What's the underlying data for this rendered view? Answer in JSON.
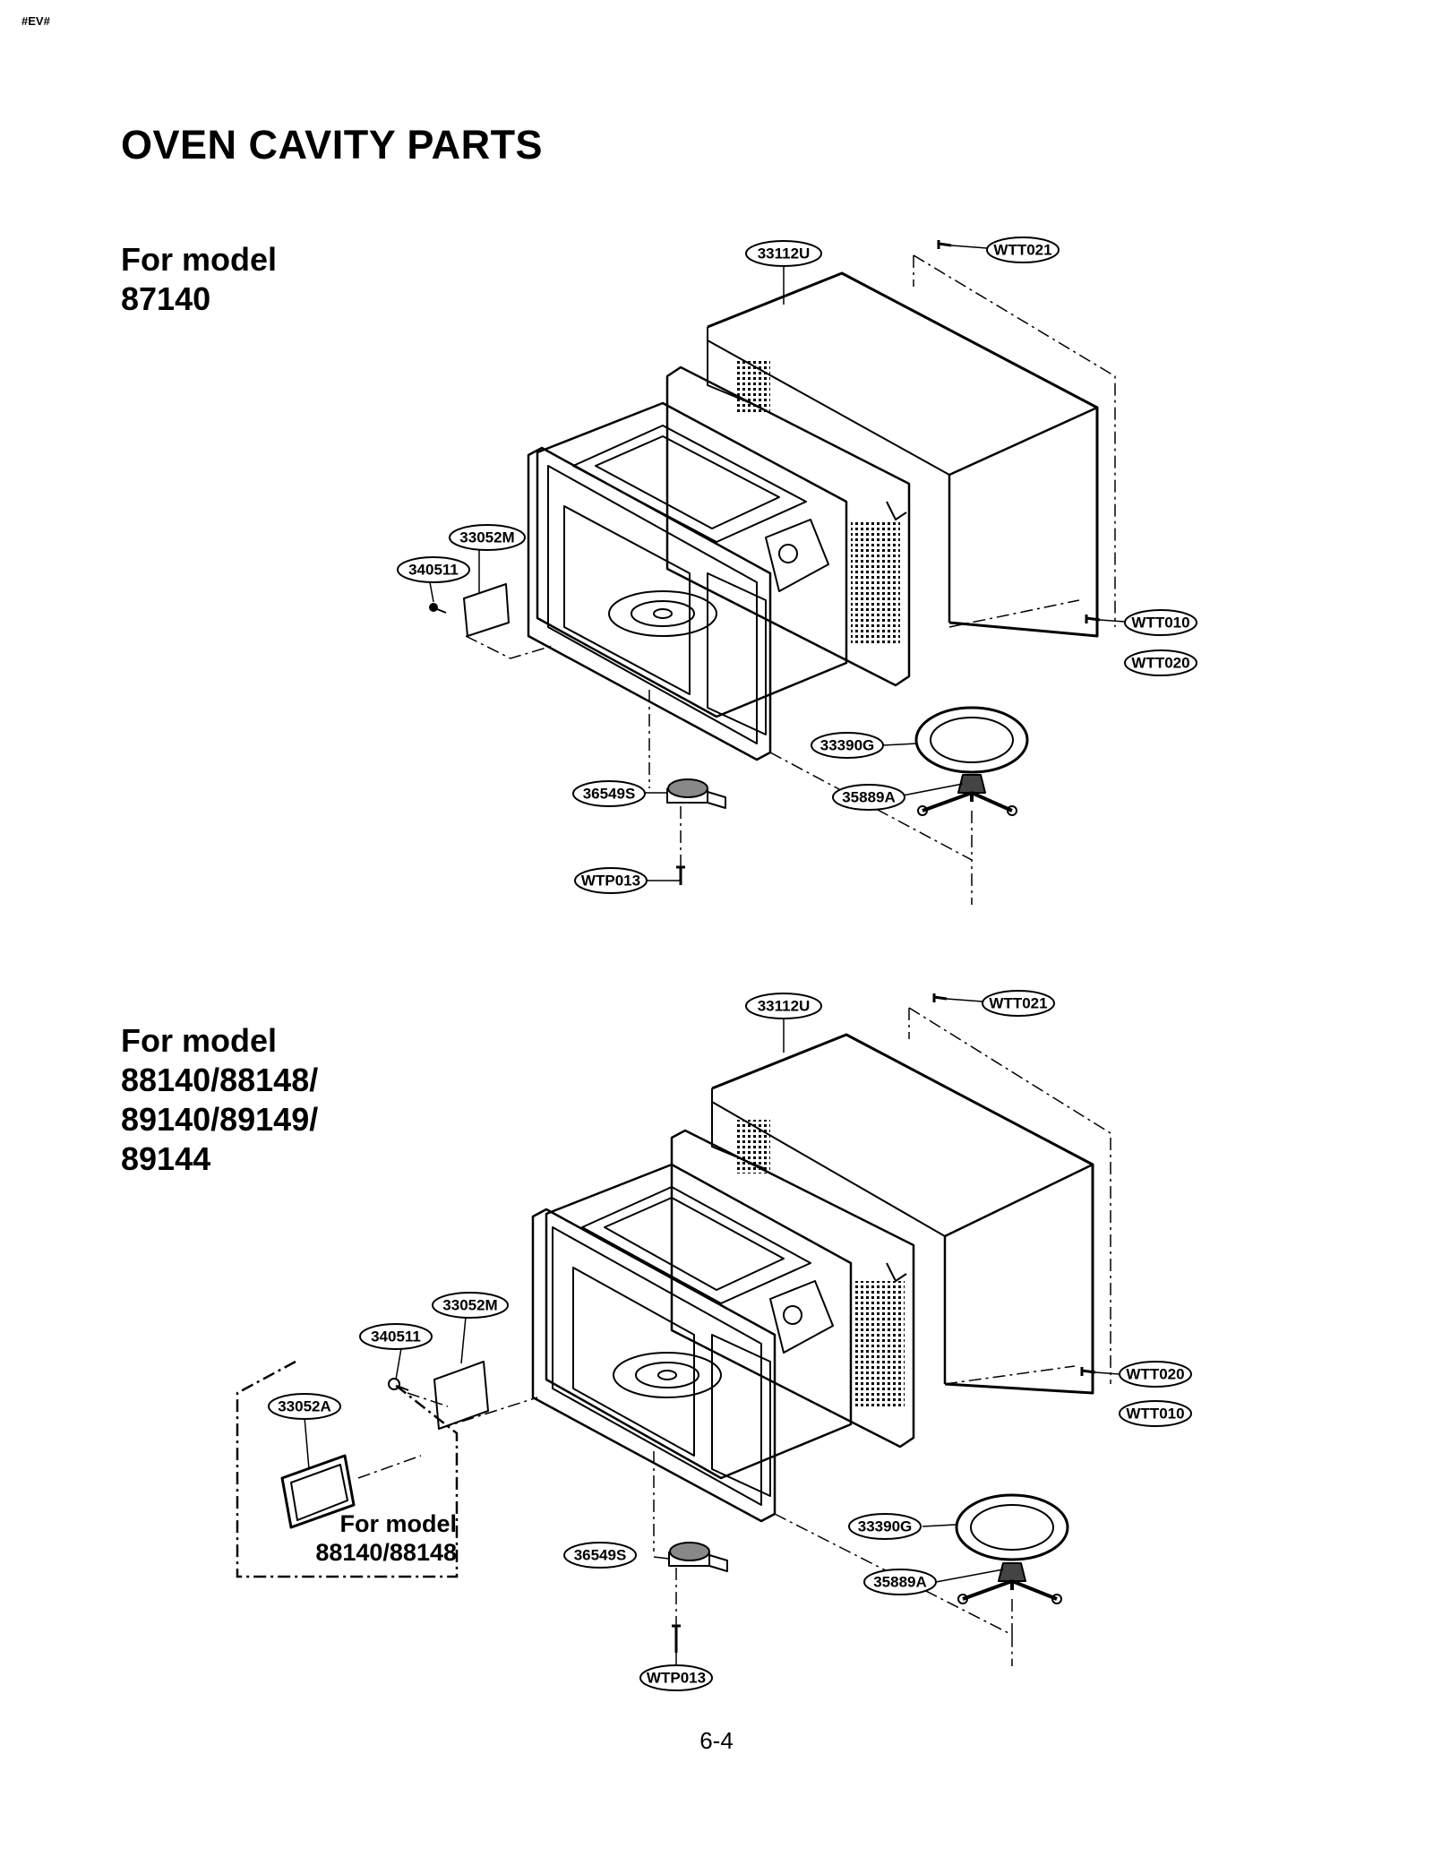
{
  "corner_code": "#EV#",
  "title": "OVEN CAVITY PARTS",
  "section_a": {
    "model_heading": [
      "For model",
      "87140"
    ],
    "labels": {
      "cabinet": "33112U",
      "screw_top": "WTT021",
      "cover": "33052M",
      "screw_cover": "340511",
      "screw_side_1": "WTT010",
      "screw_side_2": "WTT020",
      "tray": "33390G",
      "roller": "35889A",
      "motor": "36549S",
      "screw_motor": "WTP013"
    }
  },
  "section_b": {
    "model_heading": [
      "For model",
      "88140/88148/",
      "89140/89149/",
      "89144"
    ],
    "labels": {
      "cabinet": "33112U",
      "screw_top": "WTT021",
      "cover": "33052M",
      "screw_cover": "340511",
      "cover_alt": "33052A",
      "screw_side_1": "WTT020",
      "screw_side_2": "WTT010",
      "tray": "33390G",
      "roller": "35889A",
      "motor": "36549S",
      "screw_motor": "WTP013"
    },
    "sub_model": [
      "For model",
      "88140/88148"
    ]
  },
  "page_number": "6-4"
}
